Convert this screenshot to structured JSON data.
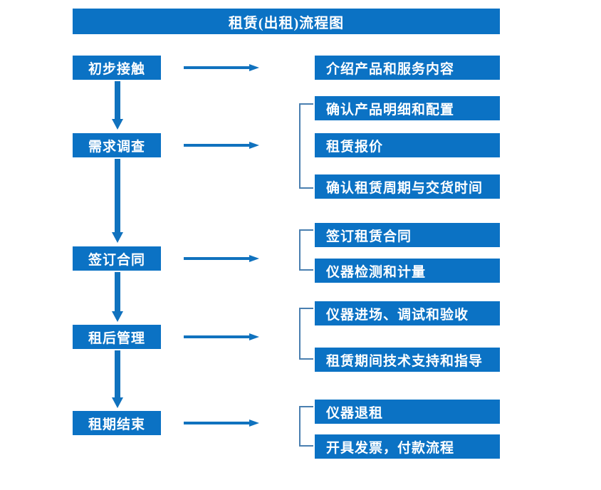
{
  "header": {
    "title": "租赁(出租)流程图",
    "bar_color": "#0b72c4"
  },
  "colors": {
    "box_fill": "#0b72c4",
    "box_text": "#ffffff",
    "arrow": "#1072be",
    "bracket": "#4a7fb0",
    "background": "#ffffff"
  },
  "flow": {
    "stages": [
      {
        "id": "stage-1",
        "label": "初步接触"
      },
      {
        "id": "stage-2",
        "label": "需求调查"
      },
      {
        "id": "stage-3",
        "label": "签订合同"
      },
      {
        "id": "stage-4",
        "label": "租后管理"
      },
      {
        "id": "stage-5",
        "label": "租期结束"
      }
    ],
    "details": [
      {
        "id": "detail-1-1",
        "label": "介绍产品和服务内容"
      },
      {
        "id": "detail-2-1",
        "label": "确认产品明细和配置"
      },
      {
        "id": "detail-2-2",
        "label": "租赁报价"
      },
      {
        "id": "detail-2-3",
        "label": "确认租赁周期与交货时间"
      },
      {
        "id": "detail-3-1",
        "label": "签订租赁合同"
      },
      {
        "id": "detail-3-2",
        "label": "仪器检测和计量"
      },
      {
        "id": "detail-4-1",
        "label": "仪器进场、调试和验收"
      },
      {
        "id": "detail-4-2",
        "label": "租赁期间技术支持和指导"
      },
      {
        "id": "detail-5-1",
        "label": "仪器退租"
      },
      {
        "id": "detail-5-2",
        "label": "开具发票，付款流程"
      }
    ],
    "connector_count": {
      "vertical_arrows": 4,
      "horizontal_arrows": 5,
      "brackets": 4
    }
  }
}
